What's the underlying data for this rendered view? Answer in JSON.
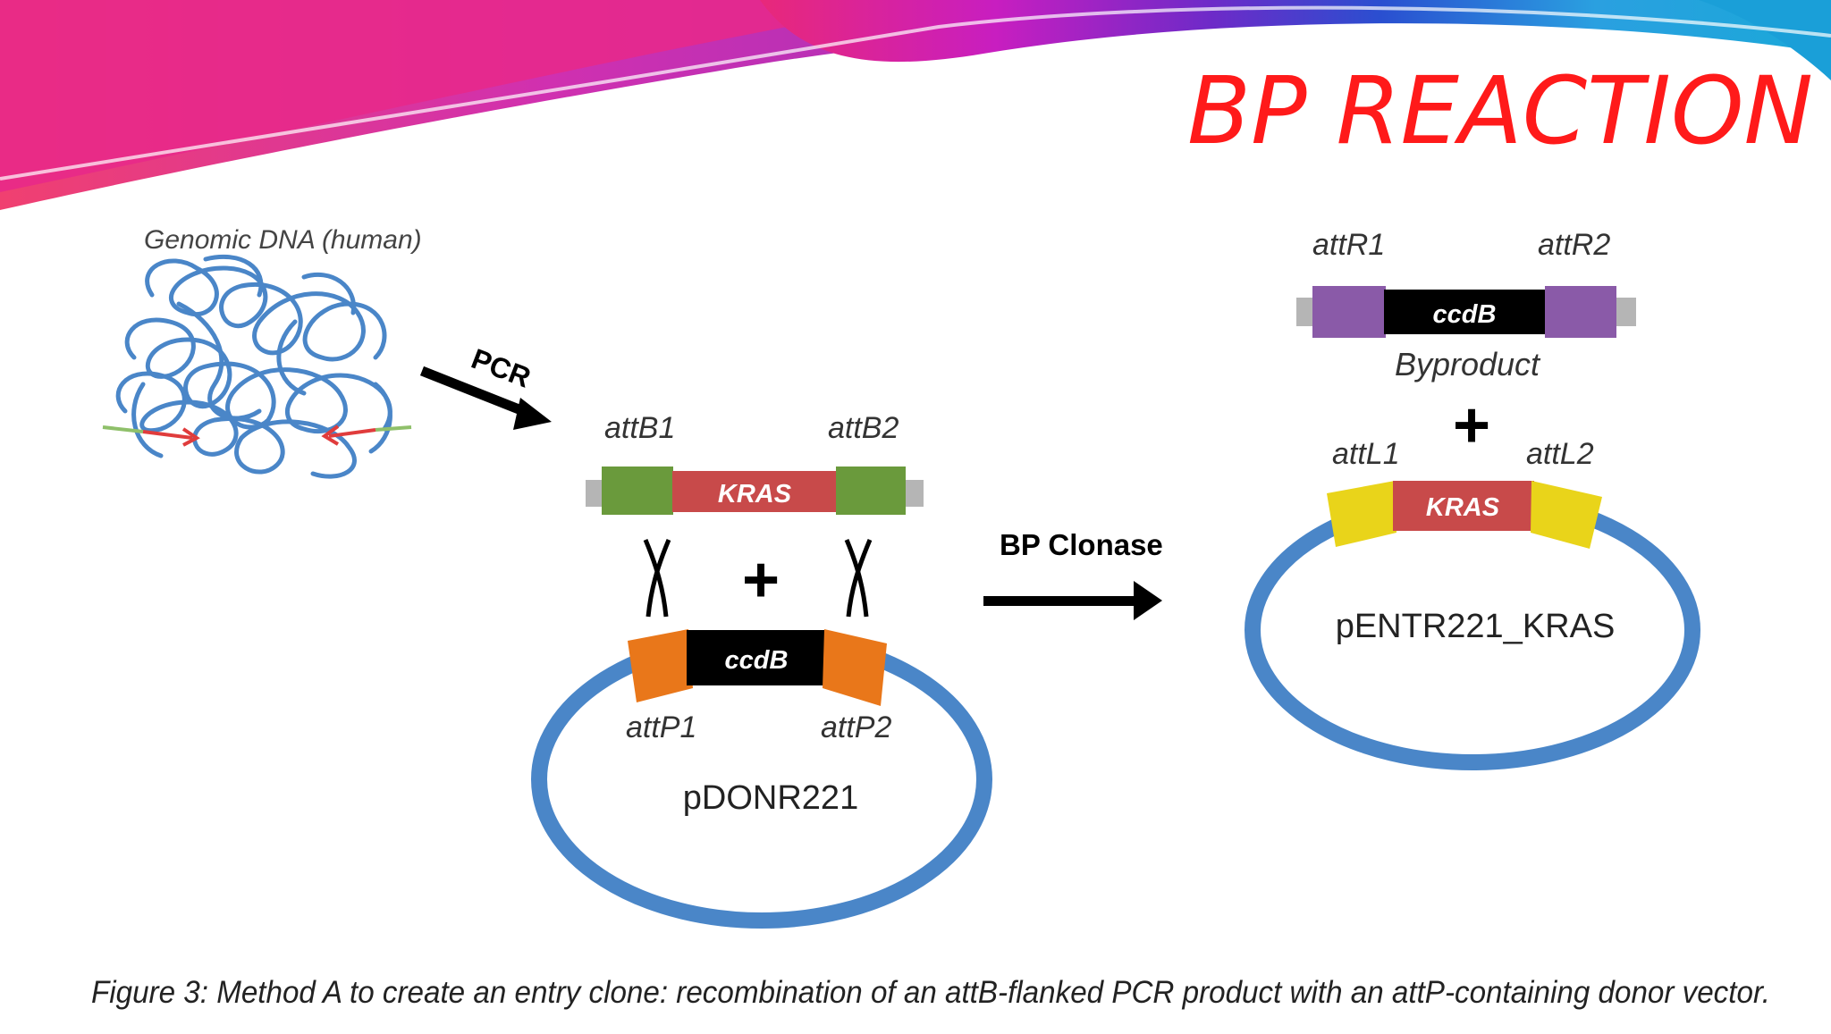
{
  "slide": {
    "title": "BP REACTION",
    "caption": "Figure 3: Method A to create an entry clone: recombination of an attB-flanked PCR product with an attP-containing donor vector."
  },
  "figure": {
    "genomic_label": "Genomic DNA (human)",
    "pcr_label": "PCR",
    "attb1": "attB1",
    "attb2": "attB2",
    "kras_insert": "KRAS",
    "plus": "+",
    "ccdb_donor": "ccdB",
    "attp1": "attP1",
    "attp2": "attP2",
    "donor_name": "pDONR221",
    "clonase_label": "BP Clonase",
    "attr1": "attR1",
    "attr2": "attR2",
    "ccdb_byproduct": "ccdB",
    "byproduct_label": "Byproduct",
    "attl1": "attL1",
    "attl2": "attL2",
    "kras_entry": "KRAS",
    "entry_name": "pENTR221_KRAS"
  },
  "colors": {
    "title": "#ff1a1a",
    "dna_strand": "#4a86c8",
    "plasmid": "#4a86c8",
    "attb_green": "#6a9a3c",
    "kras_red": "#c84a4a",
    "attp_orange": "#e9771a",
    "attr_purple": "#8a5aa8",
    "attl_yellow": "#e9d41a",
    "ccdb_black": "#000000",
    "primer_red": "#e03c3c",
    "primer_green": "#8fc06a"
  }
}
